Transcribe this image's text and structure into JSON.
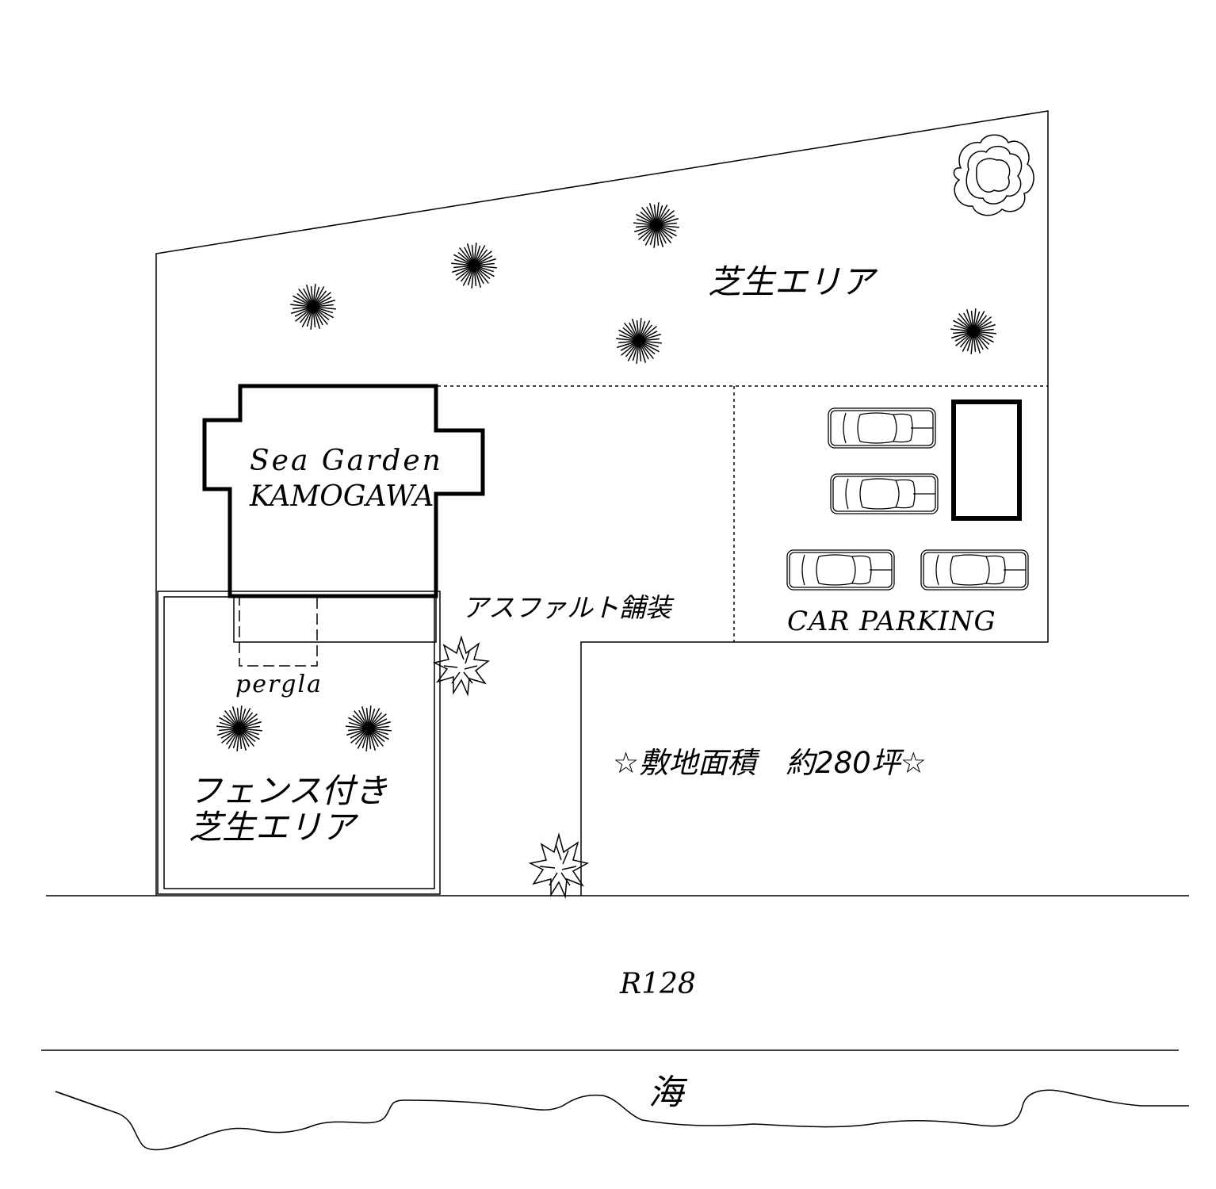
{
  "plan": {
    "lawn_north_label": "芝生エリア",
    "building_name_line1": "Sea Garden",
    "building_name_line2": "KAMOGAWA",
    "asphalt_label": "アスファルト舗装",
    "parking_label": "CAR PARKING",
    "pergola_label": "pergla",
    "site_area_label": "☆敷地面積　約280坪☆",
    "fenced_lawn_line1": "フェンス付き",
    "fenced_lawn_line2": "芝生エリア",
    "road_label": "R128",
    "sea_label": "海"
  },
  "symbols": {
    "palm_trees": 7,
    "cars": 4,
    "maple_trees": 2,
    "round_trees": 1
  }
}
